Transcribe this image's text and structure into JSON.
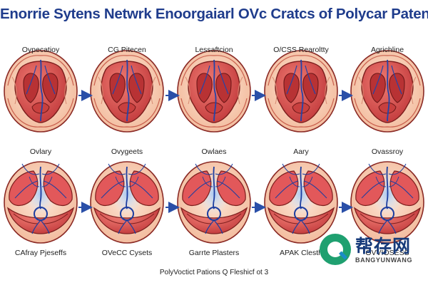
{
  "title": "Enorrie Sytens Netwrk Enoorgaiarl OVc Cratcs of Polycar Patents",
  "top_row": {
    "labels": [
      "Oypecatioy",
      "CG Pitecen",
      "Lessaftcion",
      "O/CSS Rearoltty",
      "Agrichline"
    ]
  },
  "middle_labels": [
    "Ovlary",
    "Ovygeets",
    "Owlaes",
    "Aary",
    "Ovassroy"
  ],
  "bottom_row": {
    "labels": [
      "CAfray Pjeseffs",
      "OVeCC Cysets",
      "Garrte Plasters",
      "APAK Clesth",
      "OVVIOSESS"
    ]
  },
  "footer": "PolyVoctict Pations  Q  Fleshicf ot 3",
  "watermark": {
    "text_cn": "帮存网",
    "text_en": "BANGYUNWANG"
  },
  "colors": {
    "title": "#1f3c8c",
    "arrow": "#2a4fa8",
    "skin": "#f8d2b9",
    "organ": "#d9494a",
    "vessel": "#2244aa",
    "watermark_green": "#1fa070",
    "watermark_blue": "#163a7a"
  }
}
